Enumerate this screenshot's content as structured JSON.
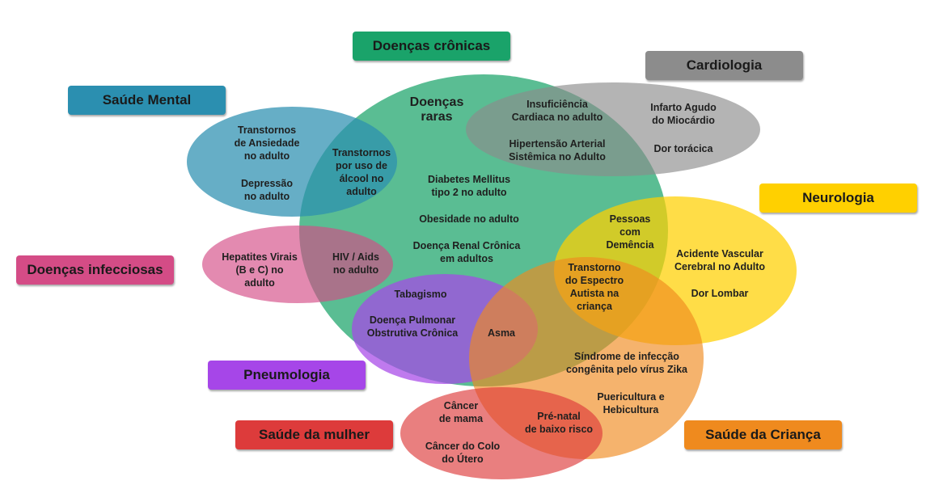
{
  "colors": {
    "cronicas": "#1aa36a",
    "cardiologia": "#8c8c8c",
    "saude_mental": "#2b8fb0",
    "neurologia": "#ffd000",
    "infecciosas": "#d44c86",
    "pneumologia": "#a646e8",
    "mulher": "#dd3b3b",
    "crianca": "#ef8a1e"
  },
  "categories": {
    "cronicas": "Doenças crônicas",
    "cardiologia": "Cardiologia",
    "saude_mental": "Saúde Mental",
    "neurologia": "Neurologia",
    "infecciosas": "Doenças infecciosas",
    "pneumologia": "Pneumologia",
    "mulher": "Saúde da mulher",
    "crianca": "Saúde da Criança"
  },
  "items": {
    "doencas_raras": "Doenças\nraras",
    "insuficiencia": "Insuficiência\nCardiaca no adulto",
    "hipertensao": "Hipertensão Arterial\nSistêmica no Adulto",
    "infarto": "Infarto Agudo\ndo Miocárdio",
    "dor_toracica": "Dor torácica",
    "ansiedade": "Transtornos\nde Ansiedade\nno adulto",
    "depressao": "Depressão\nno adulto",
    "alcool": "Transtornos\npor uso de\nálcool no\nadulto",
    "diabetes": "Diabetes Mellitus\ntipo 2 no adulto",
    "obesidade": "Obesidade no adulto",
    "renal": "Doença Renal Crônica\nem adultos",
    "hepatites": "Hepatites Virais\n(B e C) no\nadulto",
    "hiv": "HIV / Aids\nno adulto",
    "tabagismo": "Tabagismo",
    "dpoc": "Doença Pulmonar\nObstrutiva Crônica",
    "asma": "Asma",
    "demencia": "Pessoas\ncom\nDemência",
    "avc": "Acidente Vascular\nCerebral no Adulto",
    "dor_lombar": "Dor Lombar",
    "autismo": "Transtorno\ndo Espectro\nAutista na\ncriança",
    "zika": "Síndrome de infecção\ncongênita pelo vírus Zika",
    "puericultura": "Puericultura e\nHebicultura",
    "cancer_mama": "Câncer\nde mama",
    "cancer_colo": "Câncer do Colo\ndo Útero",
    "pre_natal": "Pré-natal\nde baixo risco"
  }
}
